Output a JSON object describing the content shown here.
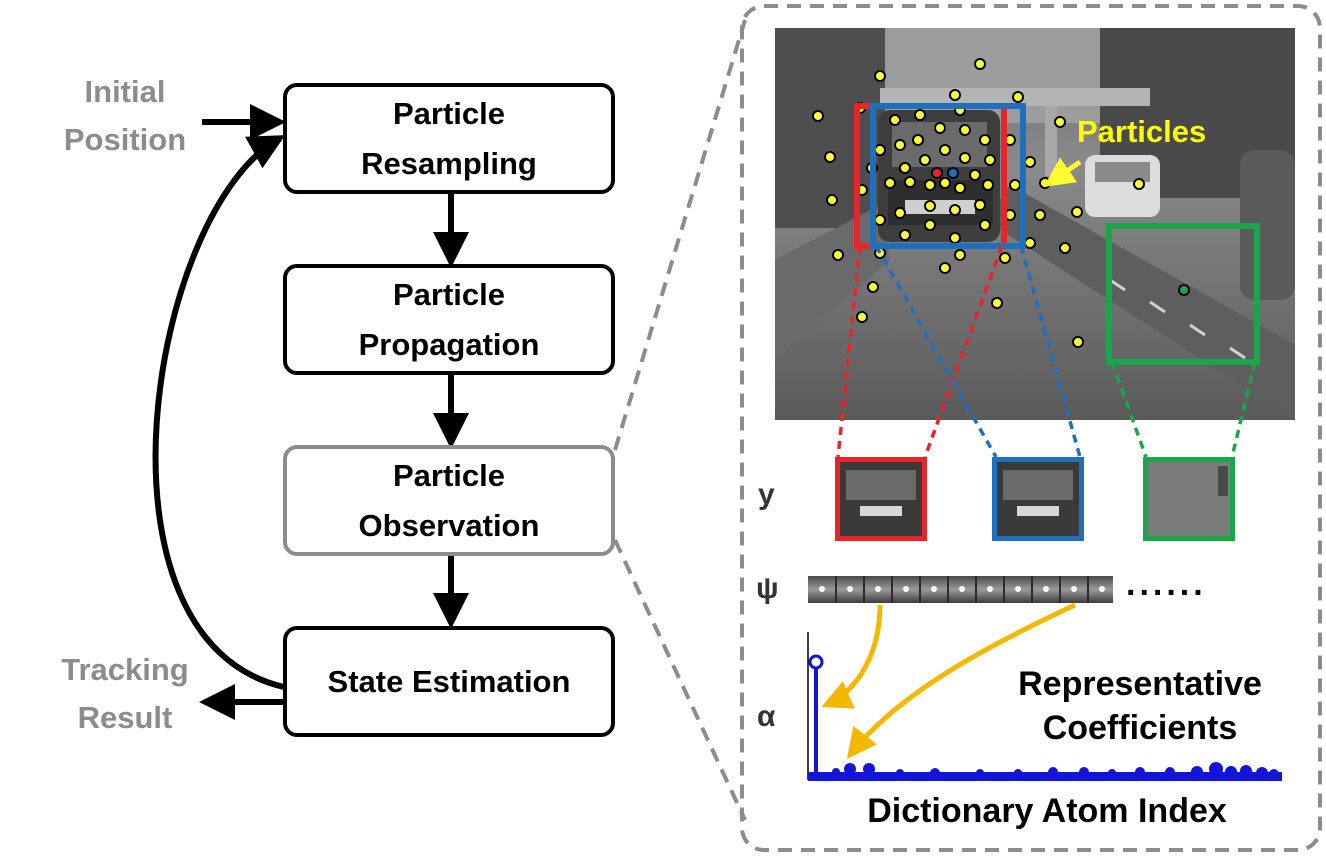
{
  "flow": {
    "initial_position": [
      "Initial",
      "Position"
    ],
    "tracking_result": [
      "Tracking",
      "Result"
    ],
    "boxes": {
      "resampling": [
        "Particle",
        "Resampling"
      ],
      "propagation": [
        "Particle",
        "Propagation"
      ],
      "observation": [
        "Particle",
        "Observation"
      ],
      "estimation": [
        "State Estimation"
      ]
    }
  },
  "detail": {
    "particles_label": "Particles",
    "y_symbol": "y",
    "psi_symbol": "ψ",
    "alpha_symbol": "α",
    "ellipsis": "......",
    "coeff_label": [
      "Representative",
      "Coefficients"
    ],
    "axis_label": "Dictionary Atom Index"
  },
  "colors": {
    "red": "#e8242a",
    "blue": "#1f6fbf",
    "green": "#1aa64a",
    "yellow": "#ffff33",
    "grey": "#8c8c8c",
    "stem": "#1414d9",
    "arrow": "#f5b800"
  }
}
